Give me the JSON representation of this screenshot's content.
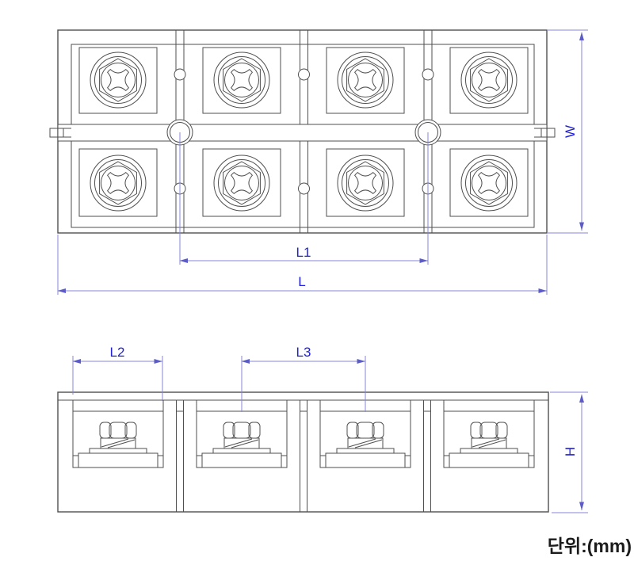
{
  "drawing": {
    "labels": {
      "W": "W",
      "L": "L",
      "L1": "L1",
      "L2": "L2",
      "L3": "L3",
      "H": "H"
    },
    "units_note": "단위:(mm)",
    "colors": {
      "line": "#4f4f4f",
      "dimension_line": "#8585d8",
      "dimension_text": "#2121d6",
      "units_text": "#1c1c1c",
      "background": "#ffffff"
    },
    "top_view": {
      "pole_count": 4,
      "screw_count": 8,
      "mounting_hole_count": 2,
      "divider_count": 3
    },
    "front_view": {
      "pole_count": 4,
      "screw_count": 4
    }
  }
}
